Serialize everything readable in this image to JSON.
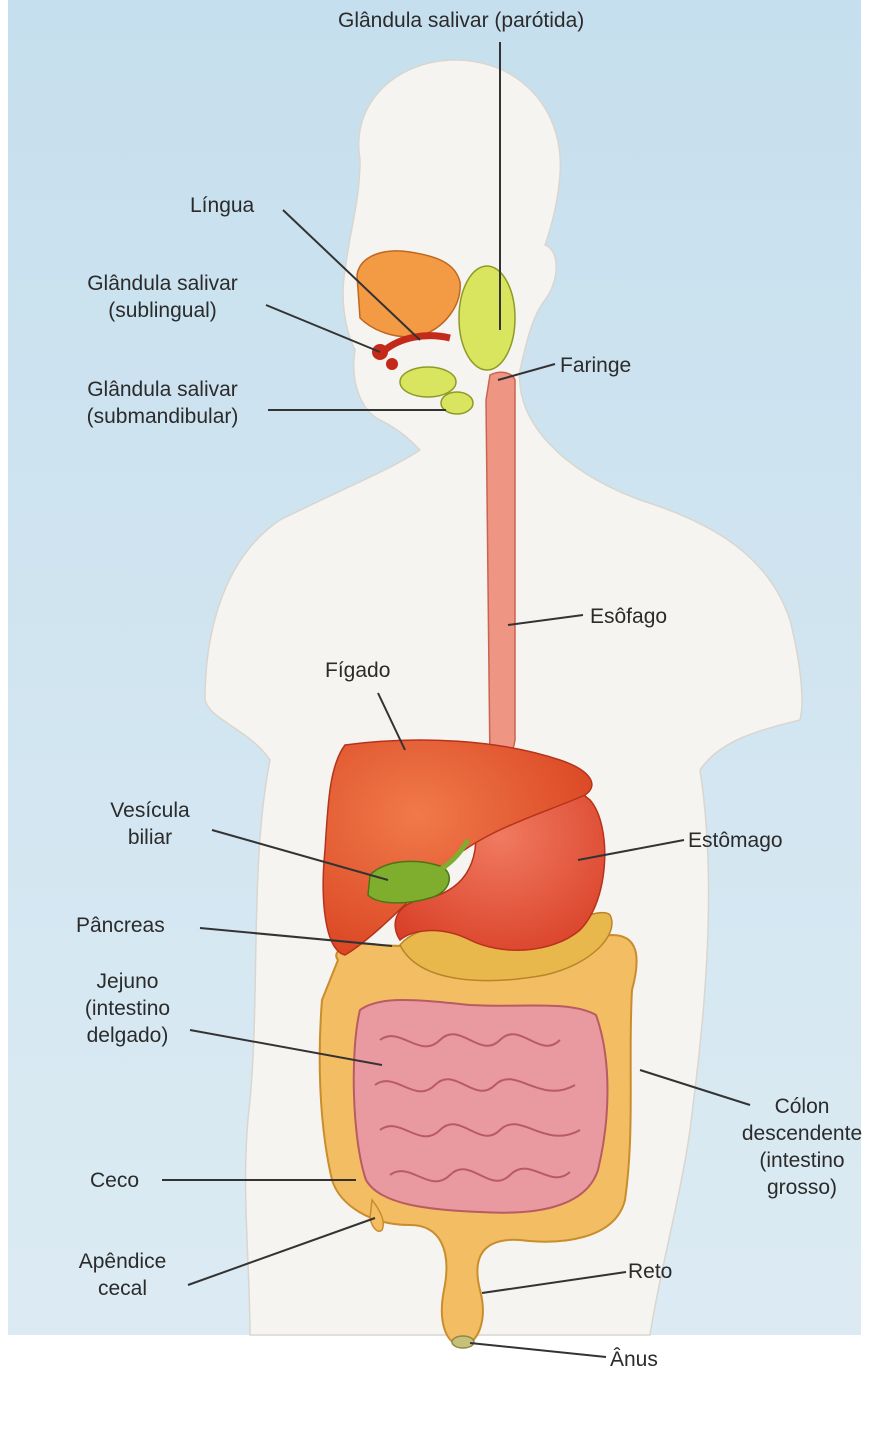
{
  "labels": {
    "parotid": "Glândula salivar (parótida)",
    "tongue": "Língua",
    "sublingual": [
      "Glândula salivar",
      "(sublingual)"
    ],
    "submandibular": [
      "Glândula salivar",
      "(submandibular)"
    ],
    "pharynx": "Faringe",
    "esophagus": "Esôfago",
    "liver": "Fígado",
    "gallbladder": [
      "Vesícula",
      "biliar"
    ],
    "stomach": "Estômago",
    "pancreas": "Pâncreas",
    "jejunum": [
      "Jejuno",
      "(intestino",
      "delgado)"
    ],
    "colon": [
      "Cólon",
      "descendente",
      "(intestino",
      "grosso)"
    ],
    "cecum": "Ceco",
    "appendix": [
      "Apêndice",
      "cecal"
    ],
    "rectum": "Reto",
    "anus": "Ânus"
  },
  "colors": {
    "background_sky": "#cfe3ef",
    "body_skin": "#f4f3ef",
    "tongue": "#f08b3c",
    "salivary_glands": "#d6e45a",
    "esophagus": "#ef8f78",
    "liver": "#e6552e",
    "stomach": "#e8563a",
    "gallbladder": "#7fae2e",
    "pancreas": "#e8b548",
    "large_intestine": "#f2b95e",
    "small_intestine": "#e58f96",
    "leader_line": "#333333"
  }
}
